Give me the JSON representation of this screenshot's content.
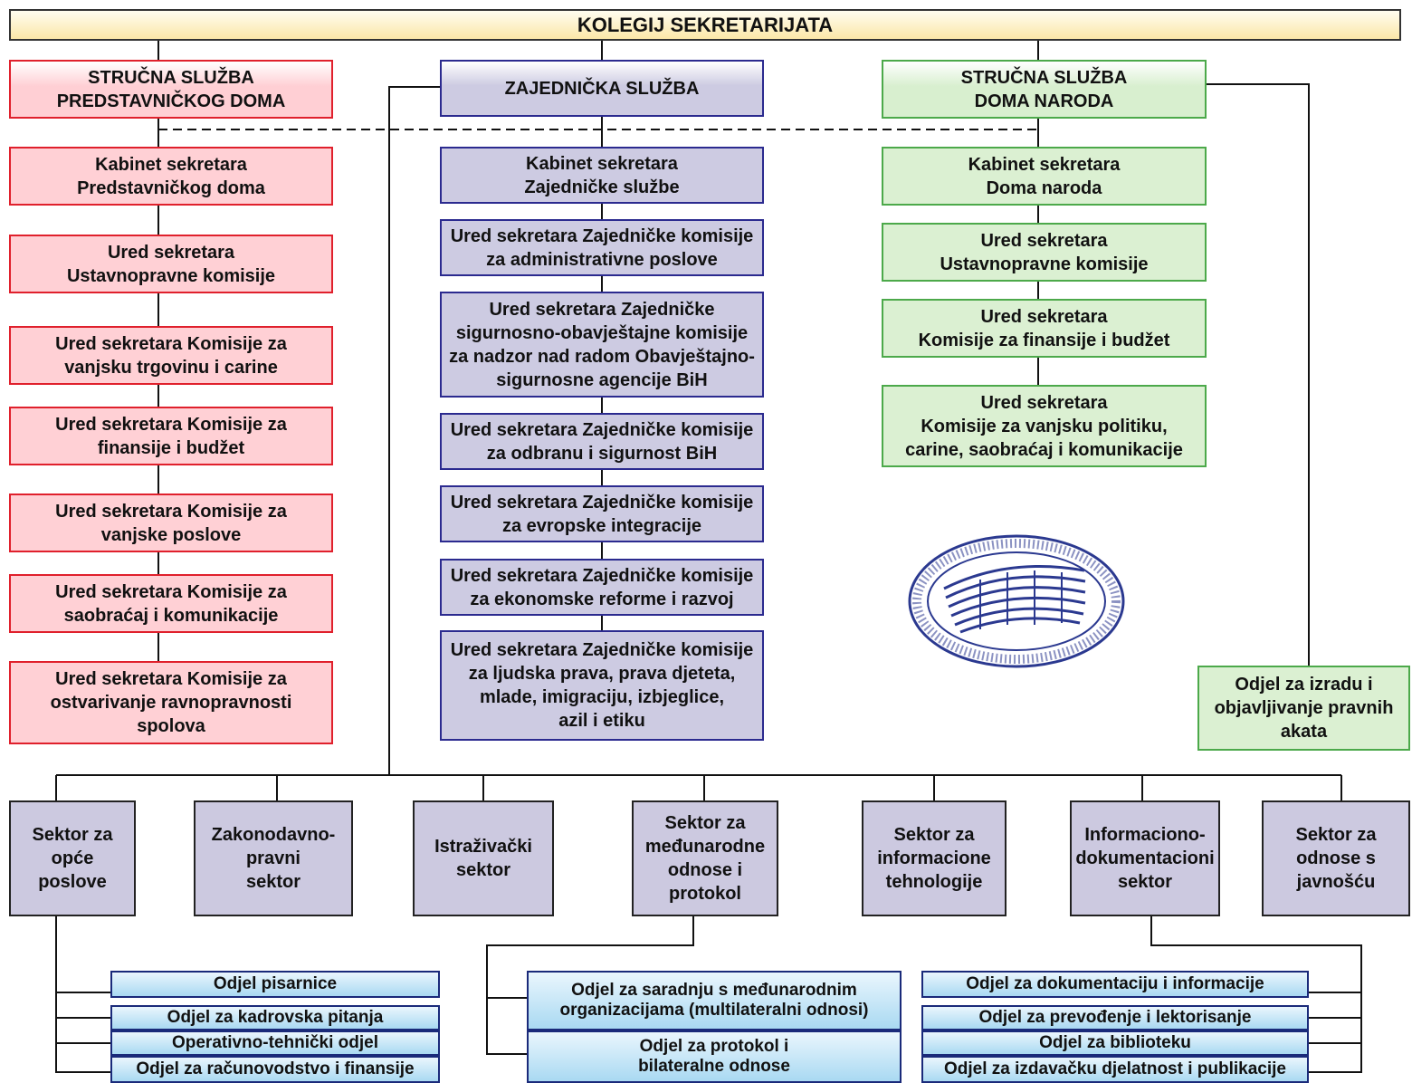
{
  "title": "KOLEGIJ SEKRETARIJATA",
  "left_column": {
    "header": "STRUČNA SLUŽBA\nPREDSTAVNIČKOG DOMA",
    "units": [
      "Kabinet sekretara\nPredstavničkog doma",
      "Ured sekretara\nUstavnopravne komisije",
      "Ured sekretara Komisije za\nvanjsku trgovinu i carine",
      "Ured sekretara Komisije za\nfinansije i budžet",
      "Ured sekretara Komisije za\nvanjske poslove",
      "Ured sekretara Komisije za\nsaobraćaj i komunikacije",
      "Ured sekretara Komisije za\nostvarivanje ravnopravnosti\nspolova"
    ]
  },
  "middle_column": {
    "header": "ZAJEDNIČKA SLUŽBA",
    "units": [
      "Kabinet sekretara\nZajedničke službe",
      "Ured sekretara Zajedničke komisije\nza administrativne poslove",
      "Ured sekretara Zajedničke\nsigurnosno-obavještajne komisije\nza nadzor nad radom Obavještajno-\nsigurnosne agencije BiH",
      "Ured sekretara Zajedničke komisije\nza odbranu i sigurnost BiH",
      "Ured sekretara Zajedničke komisije\nza evropske integracije",
      "Ured sekretara Zajedničke komisije\nza ekonomske reforme i razvoj",
      "Ured sekretara Zajedničke komisije\nza ljudska prava, prava djeteta,\nmlade, imigraciju, izbjeglice,\nazil i etiku"
    ]
  },
  "right_column": {
    "header": "STRUČNA SLUŽBA\nDOMA NARODA",
    "units": [
      "Kabinet sekretara\nDoma naroda",
      "Ured sekretara\nUstavnopravne komisije",
      "Ured sekretara\nKomisije za finansije i budžet",
      "Ured sekretara\nKomisije za vanjsku politiku,\ncarine, saobraćaj i komunikacije"
    ],
    "extra_unit": "Odjel za izradu i\nobjavljivanje pravnih\nakata"
  },
  "sectors": [
    "Sektor za\nopće\nposlove",
    "Zakonodavno-\npravni\nsektor",
    "Istraživački\nsektor",
    "Sektor za\nmeđunarodne\nodnose i\nprotokol",
    "Sektor za\ninformacione\ntehnologije",
    "Informaciono-\ndokumentacioni\nsektor",
    "Sektor za\nodnose s\njavnošću"
  ],
  "departments_general": [
    "Odjel pisarnice",
    "Odjel za kadrovska pitanja",
    "Operativno-tehnički odjel",
    "Odjel za računovodstvo i finansije"
  ],
  "departments_international": [
    "Odjel za saradnju s međunarodnim\norganizacijama (multilateralni odnosi)",
    "Odjel za protokol i\nbilateralne odnose"
  ],
  "departments_documentation": [
    "Odjel za dokumentaciju i informacije",
    "Odjel za prevođenje i lektorisanje",
    "Odjel za biblioteku",
    "Odjel za izdavačku djelatnost i publikacije"
  ],
  "colors": {
    "red_border": "#e0202c",
    "red_fill": "#ffd0d5",
    "purple_border": "#2b2a8f",
    "purple_fill": "#cdcbe2",
    "green_border": "#4ca94a",
    "green_fill": "#dbf0d2",
    "blue_fill": "#a9d9f2"
  },
  "seal_icon": "parliament-seal-icon"
}
